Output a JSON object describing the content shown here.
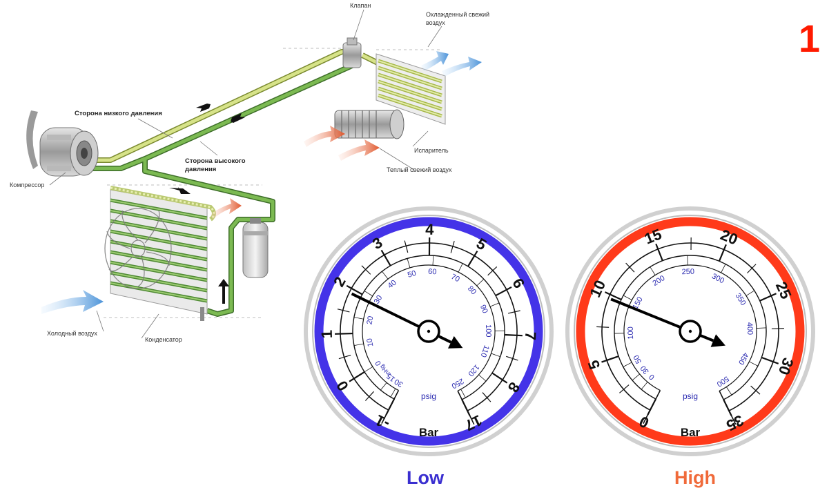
{
  "page_number": "1",
  "colors": {
    "low_accent": "#4433e8",
    "high_accent": "#ff3a1a",
    "low_label": "#3a2fd0",
    "high_label": "#f06a3a",
    "page_number": "#ff1a00",
    "pipe_low": "#c8d878",
    "pipe_high": "#6ea84a"
  },
  "diagram": {
    "labels": {
      "valve": "Клапан",
      "cooled_air": "Охлажденный свежий",
      "cooled_air_2": "воздух",
      "low_side": "Сторона низкого давления",
      "high_side": "Сторона высокого",
      "high_side_2": "давления",
      "compressor": "Компрессор",
      "evaporator": "Испаритель",
      "warm_air": "Теплый свежий воздух",
      "cold_air": "Холодный воздух",
      "condenser": "Конденсатор"
    }
  },
  "gauges": {
    "low": {
      "title": "Low",
      "unit_bar": "Bar",
      "unit_psig": "psig",
      "unit_inhg": "inHg",
      "bar_ticks": [
        "-1",
        "0",
        "1",
        "2",
        "3",
        "4",
        "5",
        "6",
        "7",
        "8",
        "17"
      ],
      "psig_ticks": [
        "30",
        "15",
        "0",
        "10",
        "20",
        "30",
        "40",
        "50",
        "60",
        "70",
        "80",
        "90",
        "100",
        "110",
        "120",
        "250"
      ],
      "needle_reading_bar": 2.2
    },
    "high": {
      "title": "High",
      "unit_bar": "Bar",
      "unit_psig": "psig",
      "bar_ticks": [
        "0",
        "5",
        "10",
        "15",
        "20",
        "25",
        "30",
        "35"
      ],
      "psig_ticks": [
        "0",
        "30",
        "50",
        "100",
        "150",
        "200",
        "250",
        "300",
        "350",
        "400",
        "450",
        "500"
      ],
      "needle_reading_bar": 11
    }
  }
}
